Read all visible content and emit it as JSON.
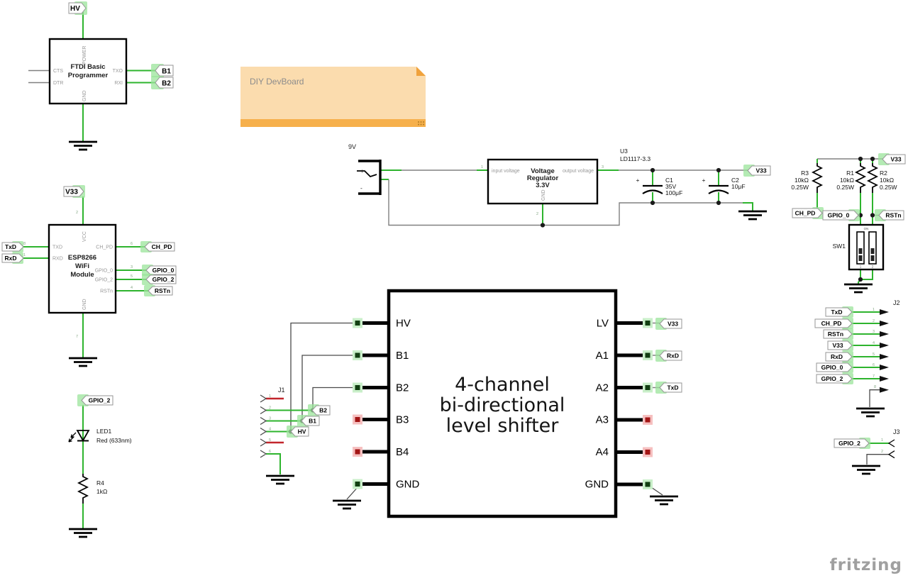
{
  "app": {
    "logo": "fritzing"
  },
  "note": {
    "text": "DIY DevBoard"
  },
  "nets": {
    "hv": "HV",
    "b1": "B1",
    "b2": "B2",
    "v33": "V33",
    "txd": "TxD",
    "rxd": "RxD",
    "ch_pd": "CH_PD",
    "gpio0": "GPIO_0",
    "gpio2": "GPIO_2",
    "rstn": "RSTn"
  },
  "ftdi": {
    "title1": "FTDI Basic",
    "title2": "Programmer",
    "pin_power": "POWER",
    "pin_cts": "CTS",
    "pin_dtr": "DTR",
    "pin_txo": "TXO",
    "pin_rxi": "RXI",
    "pin_gnd": "GND"
  },
  "esp": {
    "title1": "ESP8266",
    "title2": "WiFi",
    "title3": "Module",
    "pin_vcc": "VCC",
    "pin_txd": "TXD",
    "pin_rxd": "RXD",
    "pin_chpd": "CH_PD",
    "pin_gpio0": "GPIO_0",
    "pin_gpio2": "GPIO_2",
    "pin_rstn": "RSTn",
    "pin_gnd": "GND",
    "num_vcc": "2",
    "num_txd": "8",
    "num_rxd": "1",
    "num_chpd": "6",
    "num_gpio0": "3",
    "num_gpio2": "5",
    "num_rstn": "4",
    "num_gnd": "7"
  },
  "led1": {
    "ref": "LED1",
    "value": "Red (633nm)"
  },
  "r4": {
    "ref": "R4",
    "value": "1kΩ"
  },
  "battery": {
    "value": "9V",
    "plus": "+",
    "minus": "-"
  },
  "u3": {
    "ref": "U3",
    "part": "LD1117-3.3"
  },
  "regulator": {
    "title1": "Voltage",
    "title2": "Regulator",
    "title3": "3.3V",
    "pin_in": "input voltage",
    "pin_out": "output voltage",
    "pin_gnd": "GND",
    "num_in": "1",
    "num_gnd": "2",
    "num_out": "3"
  },
  "c1": {
    "ref": "C1",
    "voltage": "35V",
    "value": "100μF",
    "plus": "+"
  },
  "c2": {
    "ref": "C2",
    "value": "10μF",
    "plus": "+"
  },
  "r3": {
    "ref": "R3",
    "value": "10kΩ",
    "power": "0.25W"
  },
  "r1": {
    "ref": "R1",
    "value": "10kΩ",
    "power": "0.25W"
  },
  "r2": {
    "ref": "R2",
    "value": "10kΩ",
    "power": "0.25W"
  },
  "sw1": {
    "ref": "SW1",
    "on": "ON",
    "pos1": "1",
    "pos2": "2"
  },
  "shifter": {
    "title1": "4-channel",
    "title2": "bi-directional",
    "title3": "level shifter",
    "pins_left": [
      "HV",
      "B1",
      "B2",
      "B3",
      "B4",
      "GND"
    ],
    "pins_right": [
      "LV",
      "A1",
      "A2",
      "A3",
      "A4",
      "GND"
    ]
  },
  "j1": {
    "ref": "J1",
    "nums": [
      "1",
      "2",
      "3",
      "4",
      "5",
      "6"
    ]
  },
  "j2": {
    "ref": "J2",
    "nums": [
      "1",
      "2",
      "3",
      "4",
      "5",
      "6",
      "7",
      "8"
    ]
  },
  "j3": {
    "ref": "J3",
    "nums": [
      "1",
      "2"
    ]
  }
}
